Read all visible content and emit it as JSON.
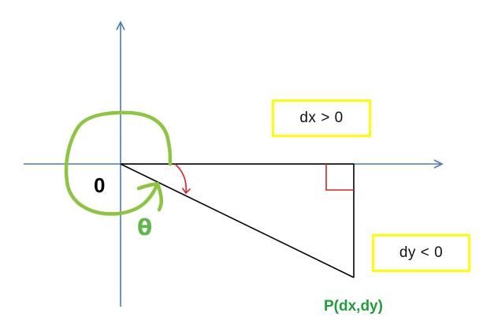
{
  "diagram": {
    "labels": {
      "origin": "0",
      "theta": "θ",
      "dx_condition": "dx > 0",
      "dy_condition": "dy < 0",
      "point": "P(dx,dy)"
    },
    "colors": {
      "axis": "#4a7ab8",
      "line": "#000000",
      "angle_arc": "#e02020",
      "right_angle": "#e02020",
      "rotation_arc": "#8cc63f",
      "theta_text": "#5fb84a",
      "point_text": "#1f9e3a",
      "box_border": "#ffff00"
    },
    "icons": {
      "rotation": "circular-arrow-icon",
      "angle": "angle-arc-icon",
      "right_angle": "right-angle-marker-icon"
    }
  }
}
